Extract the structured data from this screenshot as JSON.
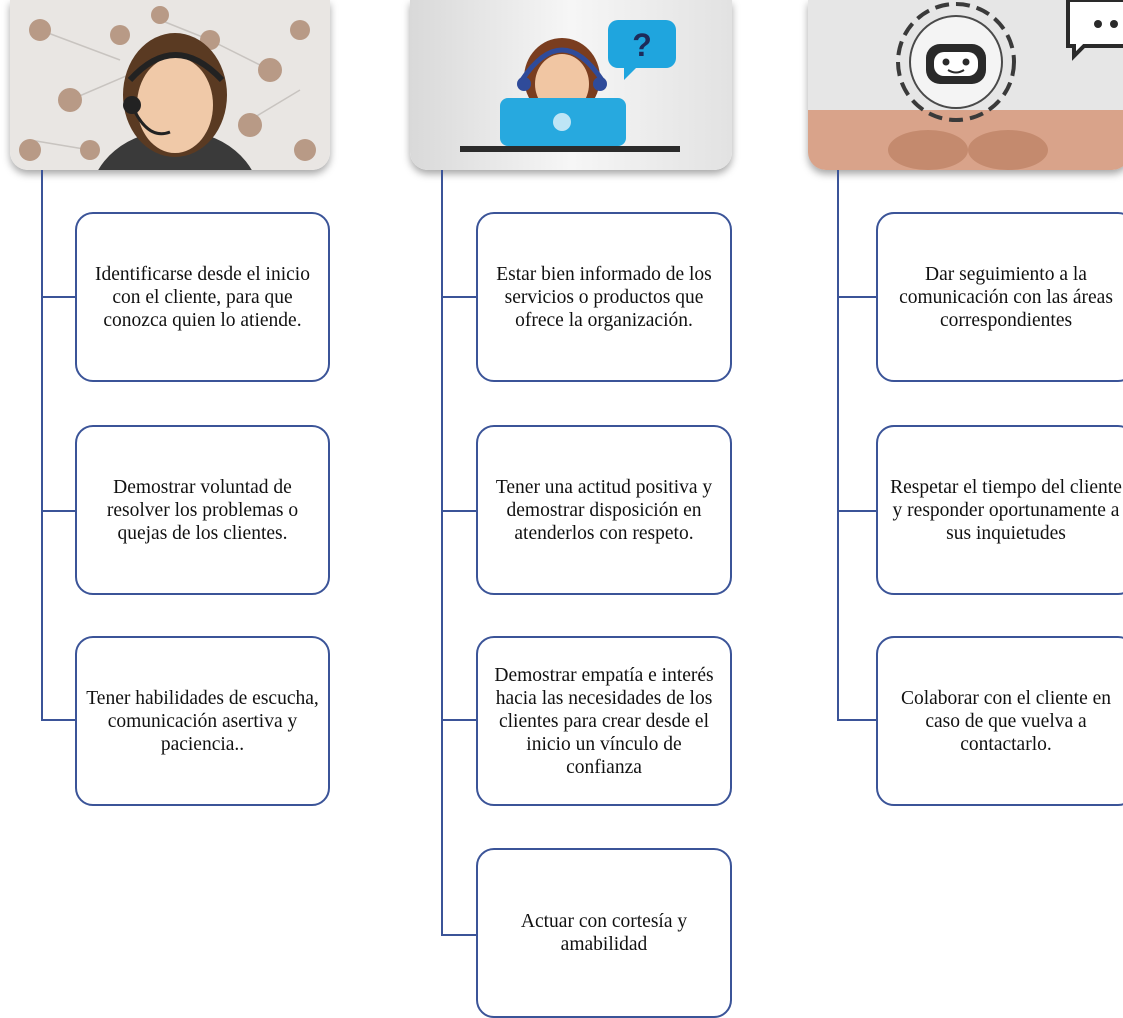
{
  "columns": [
    {
      "image": "call-center-agent-network-photo",
      "items": [
        "Identificarse desde el inicio con el cliente, para que conozca quien lo atiende.",
        "Demostrar voluntad de resolver los problemas o quejas de los clientes.",
        "Tener habilidades de escucha, comunicación asertiva y paciencia.."
      ]
    },
    {
      "image": "support-operator-question-icon",
      "items": [
        "Estar bien informado de los servicios o productos que ofrece la organización.",
        "Tener una actitud positiva y demostrar disposición en atenderlos con respeto.",
        "Demostrar empatía e interés hacia las necesidades de los clientes para crear desde el inicio un vínculo de confianza",
        "Actuar con cortesía y amabilidad"
      ]
    },
    {
      "image": "chatbot-on-phone-icon",
      "items": [
        "Dar seguimiento a la comunicación con las áreas correspondientes",
        "Respetar el tiempo del cliente y responder oportunamente a sus inquietudes",
        "Colaborar con el cliente en caso de que vuelva a contactarlo."
      ]
    }
  ],
  "colors": {
    "connector": "#3b5498",
    "card_border": "#3b5498",
    "text": "#111111"
  }
}
